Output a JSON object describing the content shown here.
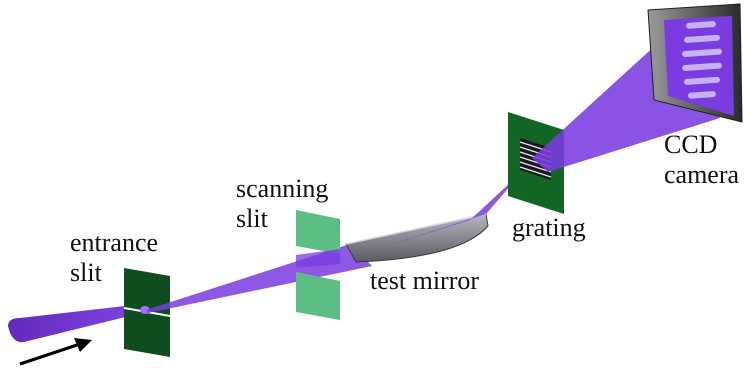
{
  "labels": {
    "entrance_slit": {
      "line1": "entrance",
      "line2": "slit"
    },
    "scanning_slit": {
      "line1": "scanning",
      "line2": "slit"
    },
    "test_mirror": "test mirror",
    "grating": "grating",
    "ccd_camera": {
      "line1": "CCD",
      "line2": "camera"
    }
  },
  "colors": {
    "beam": "#7a3be0",
    "beam_dark": "#5a1fb8",
    "slit_dark_green": "#0f4d1f",
    "scanning_slit_green": "#5cbe84",
    "grating_green": "#116623",
    "camera_body": "#333333",
    "mirror_gray": "#8f8f96",
    "arrow": "#000000"
  },
  "icons": {
    "input_arrow": "arrow-icon"
  }
}
